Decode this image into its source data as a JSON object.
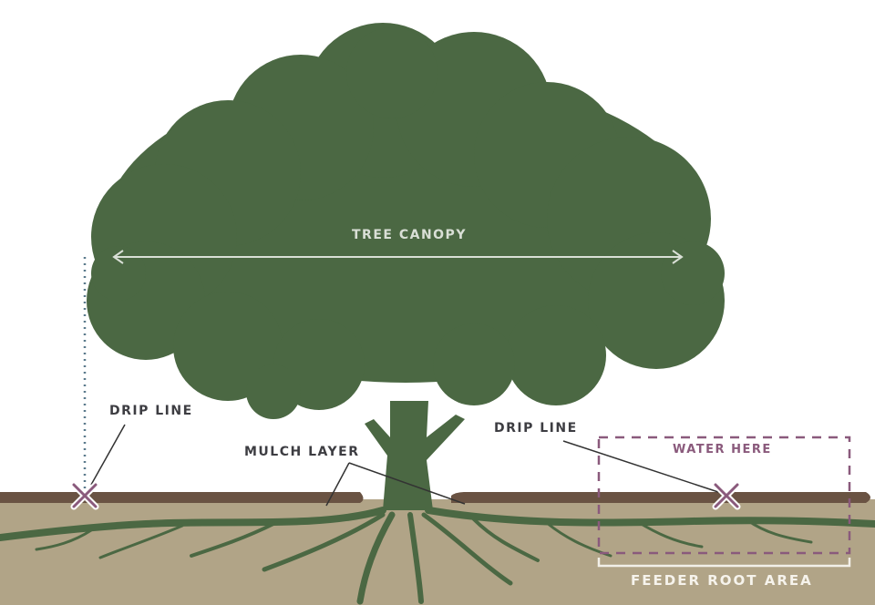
{
  "labels": {
    "tree_canopy": "TREE CANOPY",
    "drip_line_left": "DRIP LINE",
    "drip_line_right": "DRIP LINE",
    "mulch_layer": "MULCH LAYER",
    "water_here": "WATER HERE",
    "feeder_root_area": "FEEDER ROOT AREA"
  },
  "colors": {
    "foliage": "#4b6843",
    "soil": "#b1a487",
    "mulch": "#6a5343",
    "accent_purple": "#8a5a7c",
    "label_text": "#3d3d42"
  }
}
